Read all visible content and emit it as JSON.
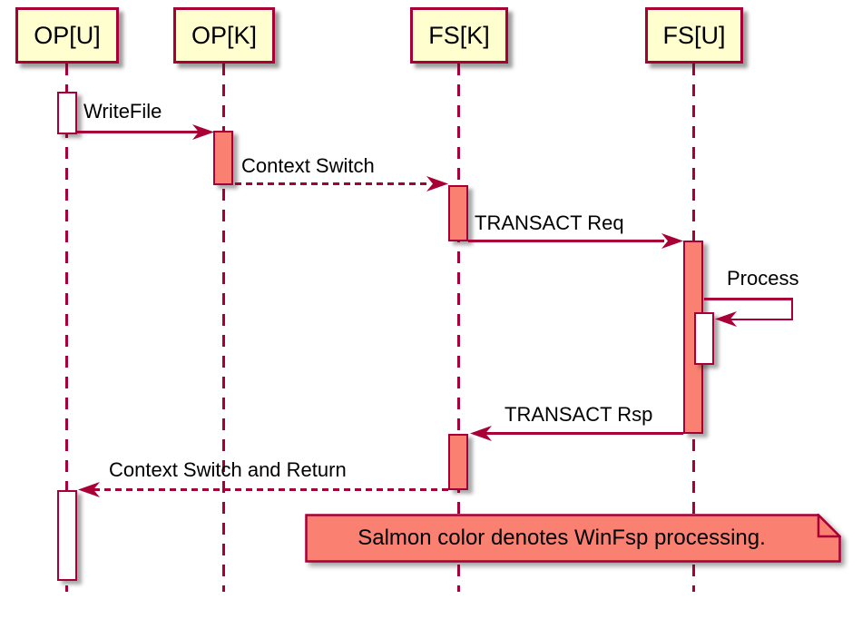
{
  "diagram": {
    "type": "sequence",
    "participants": [
      {
        "label": "OP[U]"
      },
      {
        "label": "OP[K]"
      },
      {
        "label": "FS[K]"
      },
      {
        "label": "FS[U]"
      }
    ],
    "messages": [
      {
        "label": "WriteFile",
        "from": "OP[U]",
        "to": "OP[K]",
        "style": "solid"
      },
      {
        "label": "Context Switch",
        "from": "OP[K]",
        "to": "FS[K]",
        "style": "dashed"
      },
      {
        "label": "TRANSACT Req",
        "from": "FS[K]",
        "to": "FS[U]",
        "style": "solid"
      },
      {
        "label": "Process",
        "from": "FS[U]",
        "to": "FS[U]",
        "style": "self"
      },
      {
        "label": "TRANSACT Rsp",
        "from": "FS[U]",
        "to": "FS[K]",
        "style": "solid"
      },
      {
        "label": "Context Switch and Return",
        "from": "FS[K]",
        "to": "OP[U]",
        "style": "dashed"
      }
    ],
    "note": {
      "text": "Salmon color denotes WinFsp processing."
    },
    "colors": {
      "participant-fill": "#FEFECE",
      "accent": "#A80036",
      "salmon": "#FA8072",
      "text": "#000000",
      "background": "#FFFFFF"
    }
  }
}
